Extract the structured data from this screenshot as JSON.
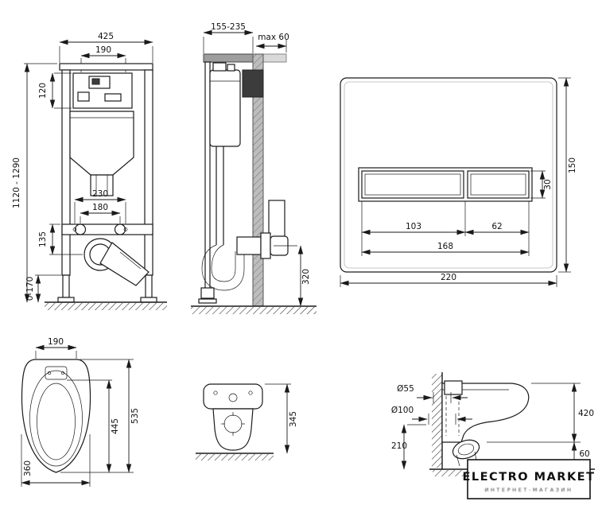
{
  "drawing": {
    "frame_front": {
      "dim_width_total": "425",
      "dim_width_inner": "190",
      "dim_box_height": "120",
      "dim_height_range": "1120 - 1290",
      "dim_fix_spacing_outer": "230",
      "dim_fix_spacing_inner": "180",
      "dim_drain_offset": "135",
      "dim_foot_range": "0-170"
    },
    "frame_side": {
      "dim_depth_range": "155-235",
      "dim_max_offset": "max 60",
      "dim_outlet_height": "320"
    },
    "flush_plate": {
      "dim_height": "150",
      "dim_button_height": "30",
      "dim_button_large_width": "103",
      "dim_button_small_width": "62",
      "dim_buttons_total": "168",
      "dim_width": "220"
    },
    "bowl_top": {
      "dim_front_width": "190",
      "dim_length": "535",
      "dim_length_inner": "445",
      "dim_width": "360"
    },
    "bowl_front": {
      "dim_height": "345"
    },
    "bowl_side": {
      "dim_inlet_d": "Ø55",
      "dim_outlet_d": "Ø100",
      "dim_outlet_height": "210",
      "dim_depth": "420",
      "dim_gap": "60"
    }
  },
  "logo": {
    "title": "ELECTRO MARKET",
    "subtitle": "ИНТЕРНЕТ-МАГАЗИН"
  }
}
